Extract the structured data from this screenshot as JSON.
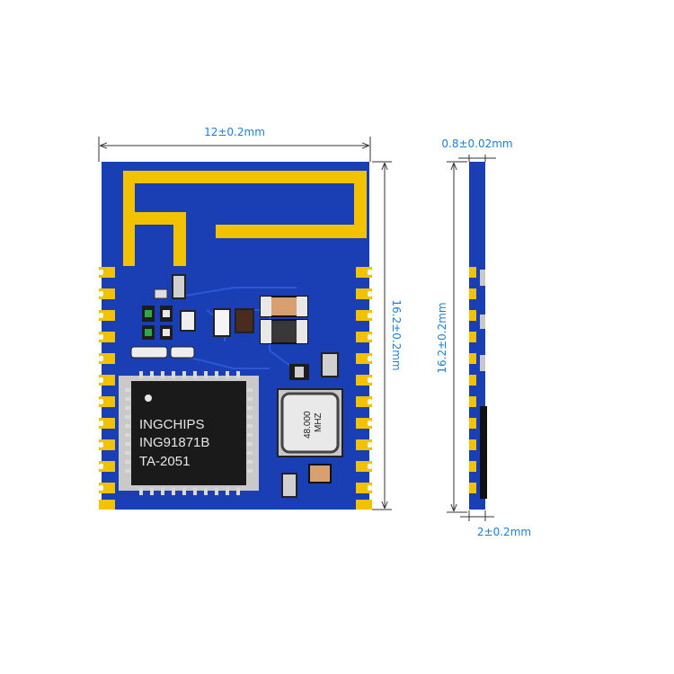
{
  "colors": {
    "pcb": "#1a3fb5",
    "gold": "#f2c200",
    "dimension": "#1b7fd6",
    "chip": "#1a1a1a"
  },
  "dimensions": {
    "width": "12±0.2mm",
    "height_front": "16.2±0.2mm",
    "thickness": "0.8±0.02mm",
    "height_side": "16.2±0.2mm",
    "side_pad_width": "2±0.2mm"
  },
  "chip": {
    "line1": "INGCHIPS",
    "line2": "ING91871B",
    "line3": "TA-2051"
  },
  "crystal": {
    "freq": "48.000",
    "unit": "MHZ"
  }
}
